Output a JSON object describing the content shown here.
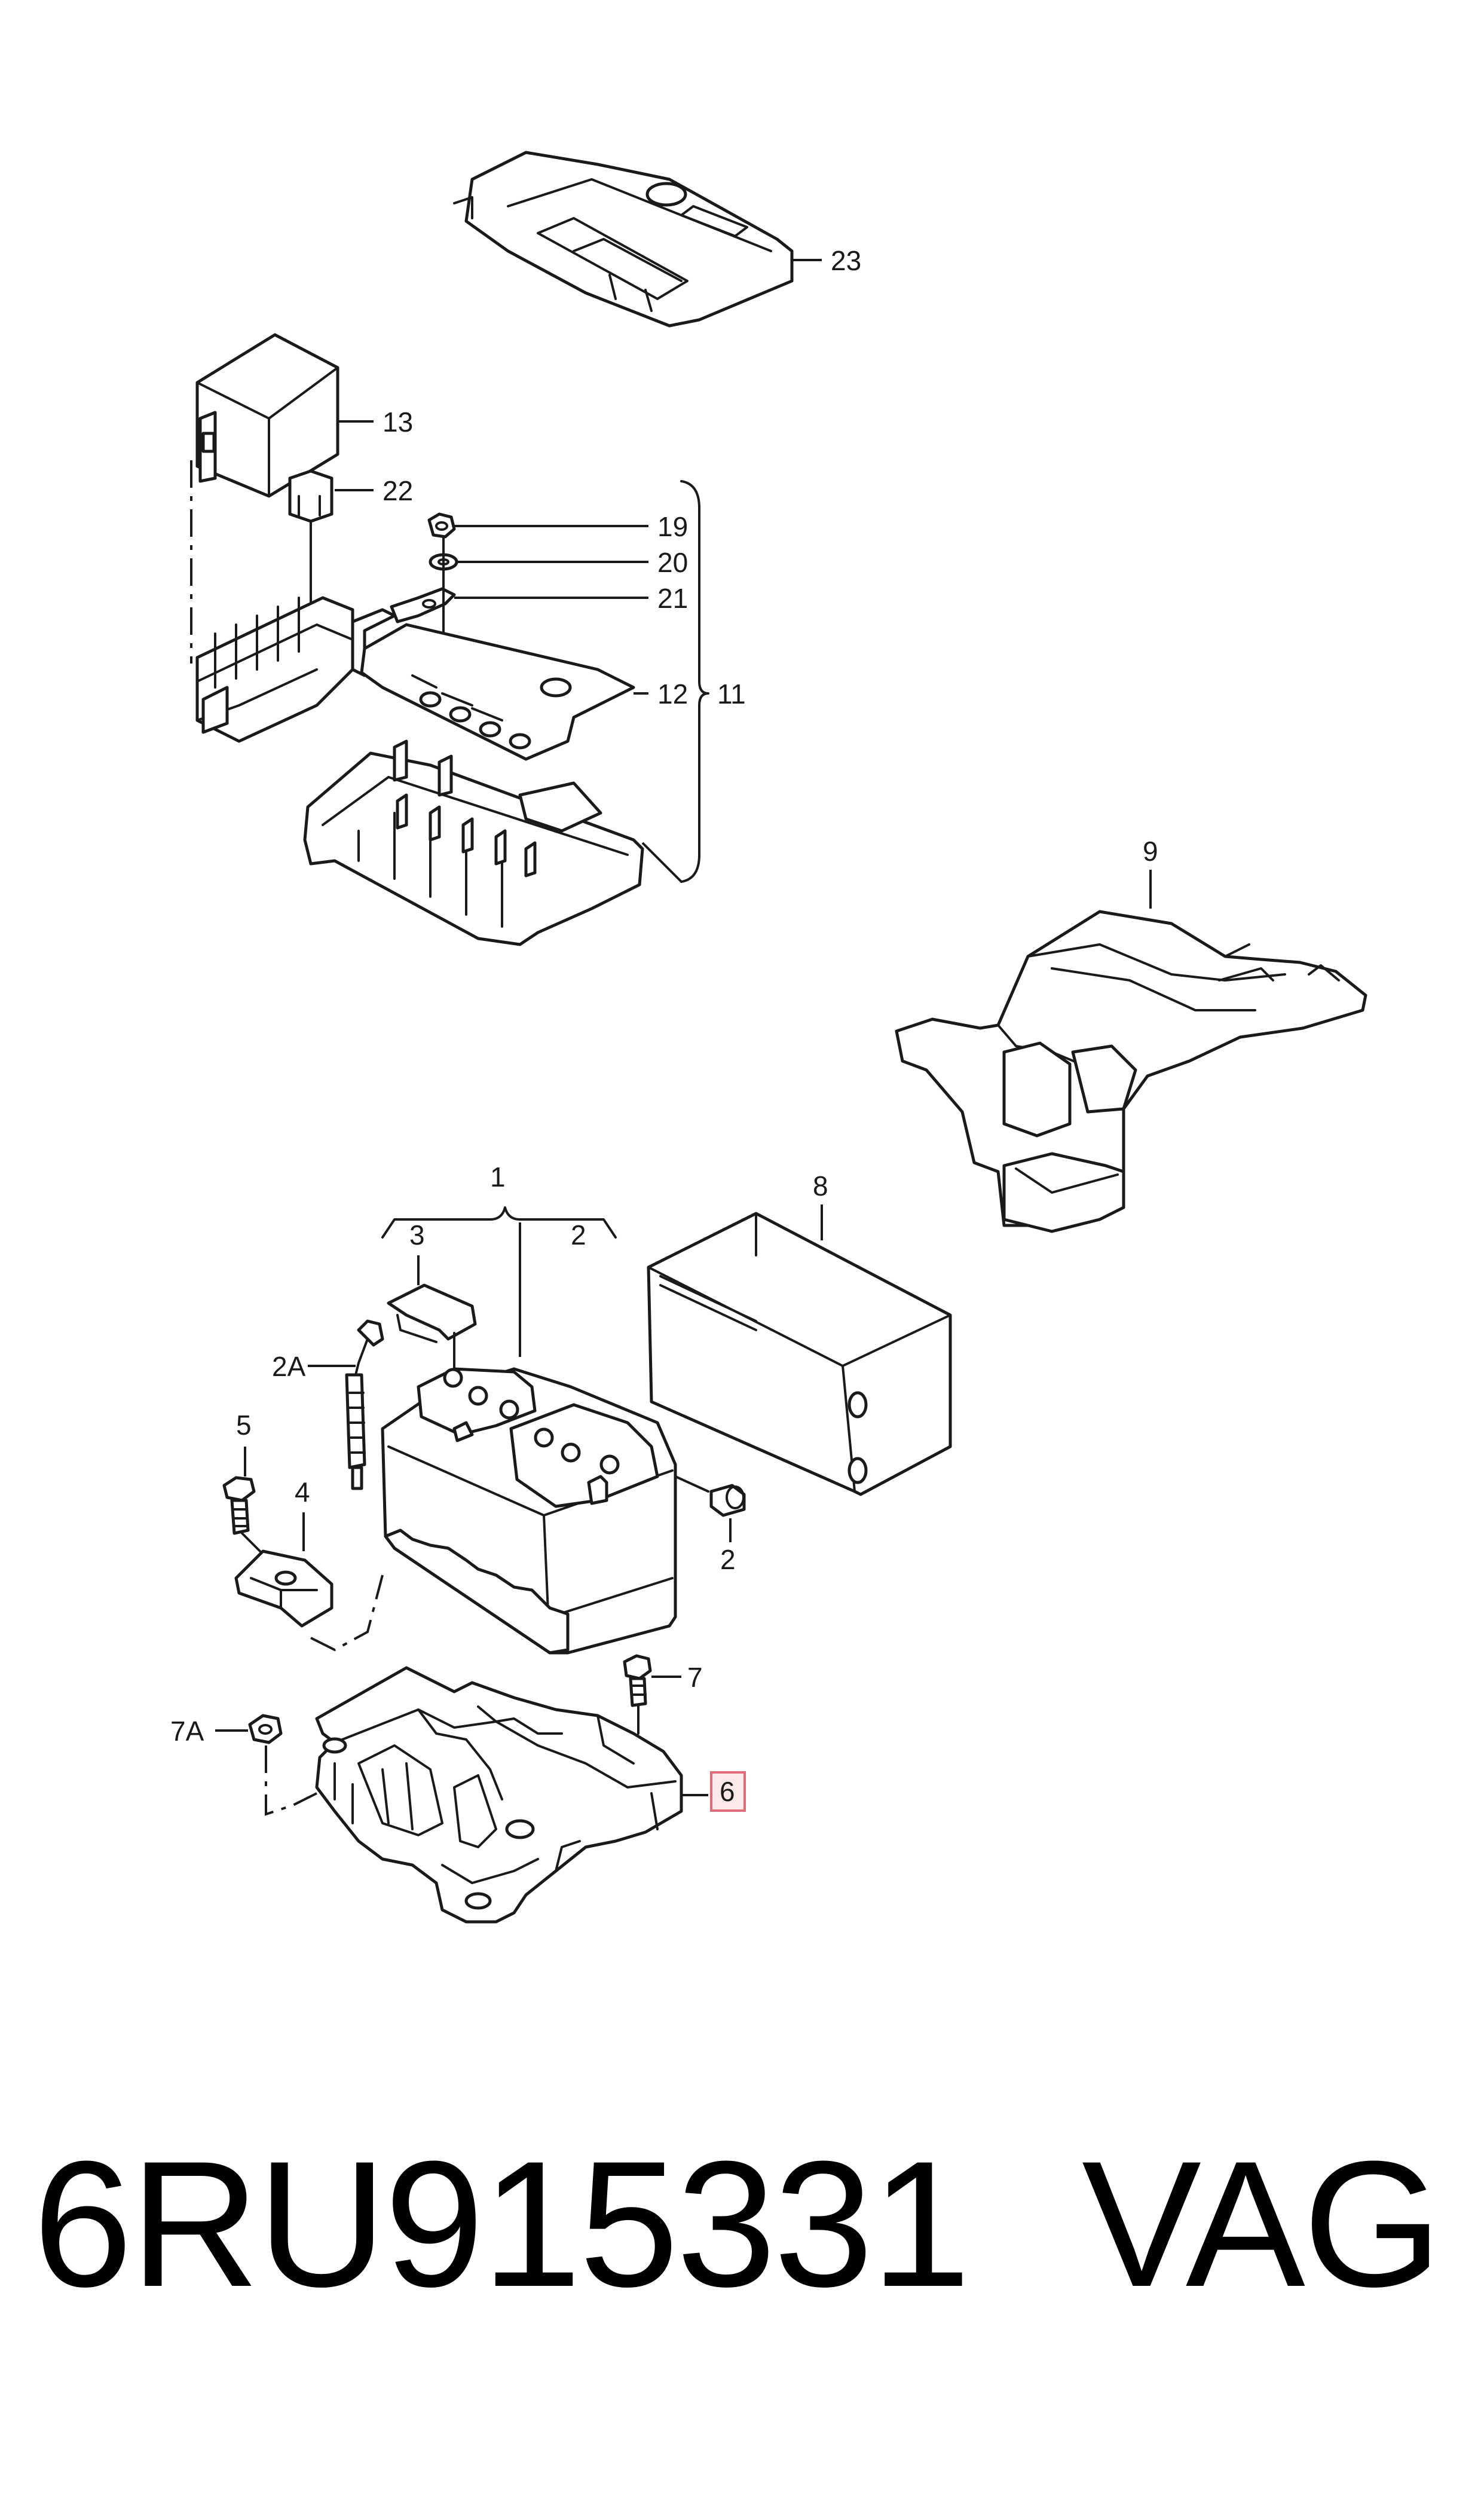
{
  "callouts": {
    "c23": "23",
    "c13": "13",
    "c22": "22",
    "c19": "19",
    "c20": "20",
    "c21": "21",
    "c12": "12",
    "c11": "11",
    "c9": "9",
    "c1": "1",
    "c3": "3",
    "c2_top": "2",
    "c8": "8",
    "c2A": "2A",
    "c5": "5",
    "c4": "4",
    "c2_side": "2",
    "c7": "7",
    "c7A": "7A",
    "c6": "6"
  },
  "highlighted_callout": "6",
  "footer": {
    "part_number": "6RU915331",
    "brand": "VAG"
  }
}
